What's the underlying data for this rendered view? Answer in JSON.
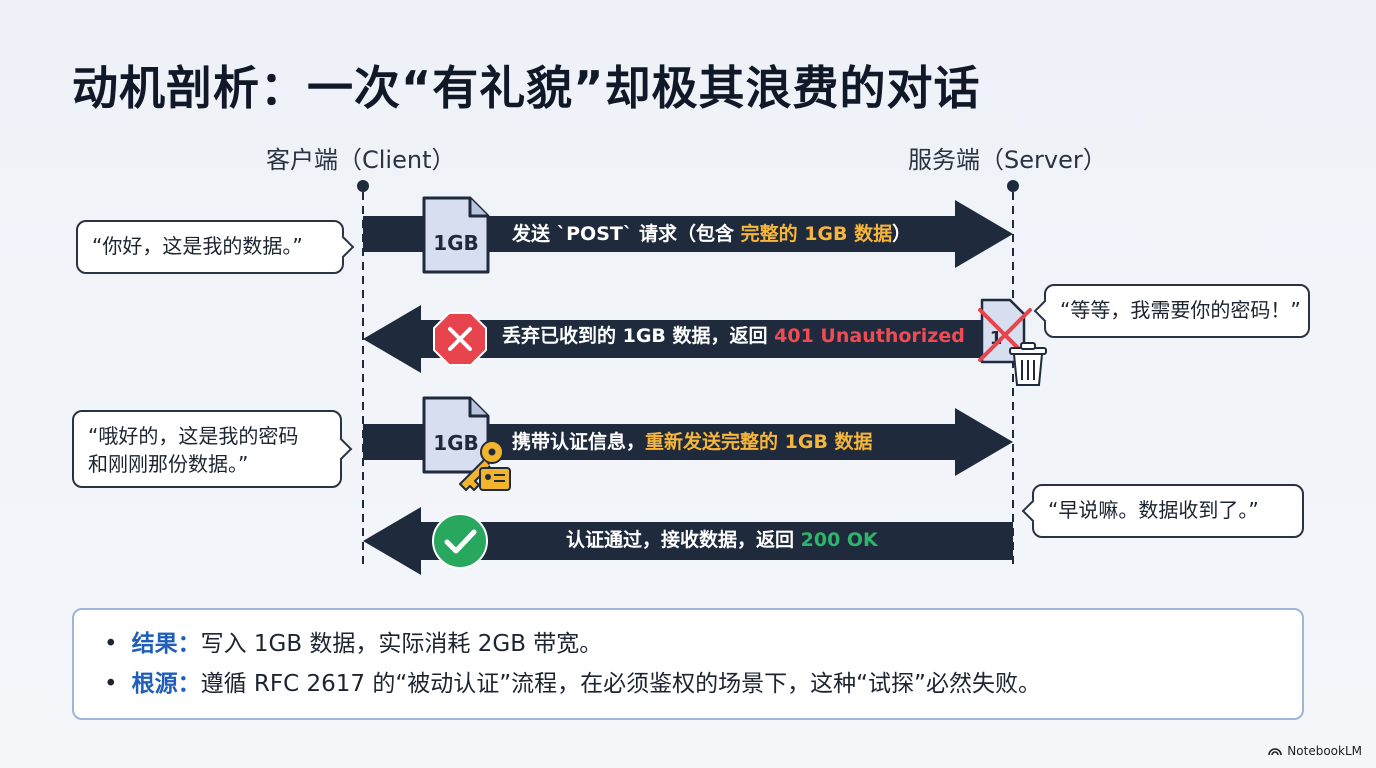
{
  "title": "动机剖析：一次“有礼貌”却极其浪费的对话",
  "lanes": {
    "client": "客户端（Client）",
    "server": "服务端（Server）"
  },
  "file_label": "1GB",
  "messages": [
    {
      "direction": "right",
      "pre": "发送 `POST` 请求（包含 ",
      "highlight": "完整的 1GB 数据",
      "post": "）"
    },
    {
      "direction": "left",
      "pre": "丢弃已收到的 1GB 数据，返回 ",
      "highlight": "401 Unauthorized",
      "post": ""
    },
    {
      "direction": "right",
      "pre": "携带认证信息，",
      "highlight": "重新发送完整的 1GB 数据",
      "post": ""
    },
    {
      "direction": "left",
      "pre": "认证通过，接收数据，返回 ",
      "highlight": "200 OK",
      "post": ""
    }
  ],
  "bubbles": {
    "client_1": "“你好，这是我的数据。”",
    "server_1": "“等等，我需要你的密码！”",
    "client_2_line1": "“哦好的，这是我的密码",
    "client_2_line2": "和刚刚那份数据。”",
    "server_2": "“早说嘛。数据收到了。”"
  },
  "summary": [
    {
      "label": "结果：",
      "text": "写入 1GB 数据，实际消耗 2GB 带宽。"
    },
    {
      "label": "根源：",
      "text": "遵循 RFC 2617 的“被动认证”流程，在必须鉴权的场景下，这种“试探”必然失败。"
    }
  ],
  "brand": "NotebookLM",
  "colors": {
    "arrow": "#1f2a3c",
    "yellow": "#f6b53b",
    "red": "#ef4b54",
    "green": "#2db56b",
    "accent": "#1f5fb8"
  },
  "icons": [
    "file-icon",
    "error-x-icon",
    "trash-icon",
    "key-icon",
    "id-card-icon",
    "check-icon"
  ]
}
